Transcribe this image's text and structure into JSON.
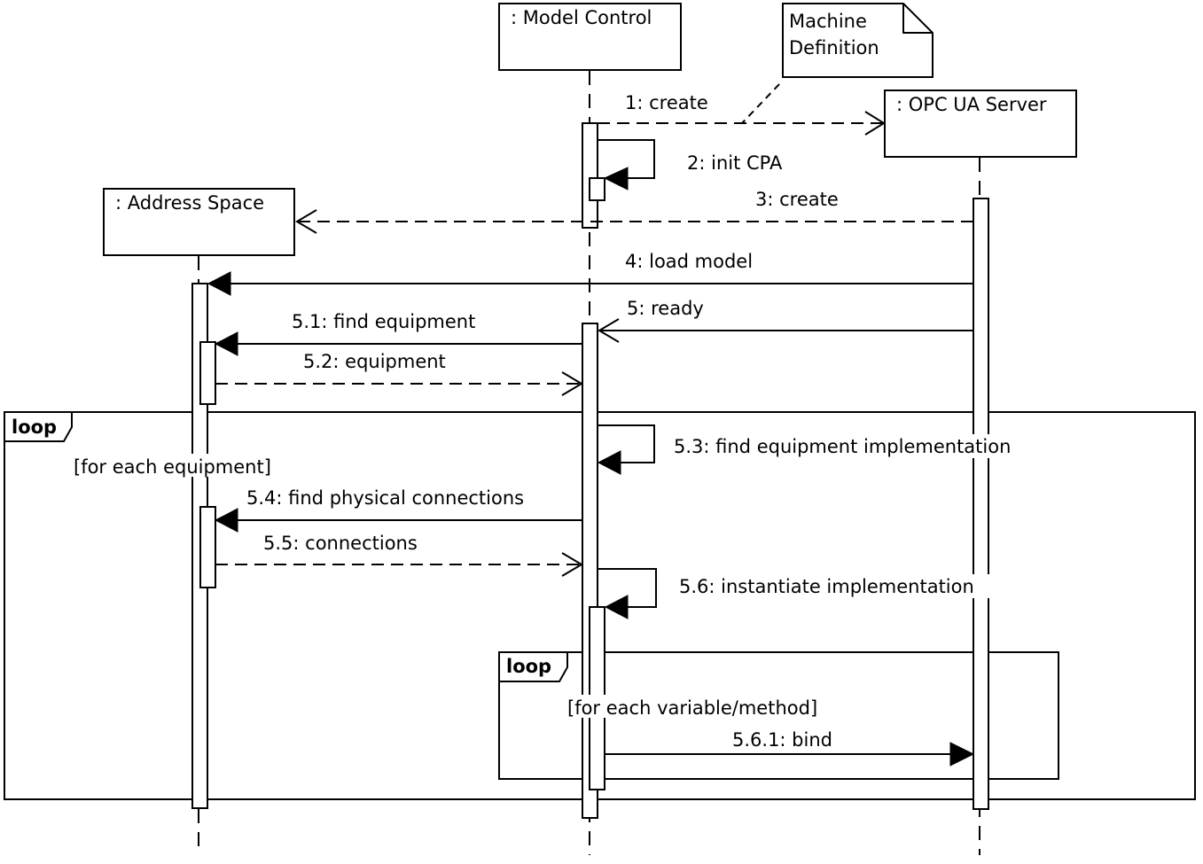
{
  "diagram": {
    "type": "UML sequence diagram",
    "lifelines": [
      {
        "id": "model_control",
        "label": ": Model Control"
      },
      {
        "id": "opc_ua_server",
        "label": ": OPC UA Server"
      },
      {
        "id": "address_space",
        "label": ": Address Space"
      }
    ],
    "note": {
      "lines": [
        "Machine",
        "Definition"
      ],
      "attached_to": "1: create"
    },
    "messages": [
      {
        "id": "m1",
        "label": "1: create",
        "from": "model_control",
        "to": "opc_ua_server",
        "kind": "create (dashed, open arrow)"
      },
      {
        "id": "m2",
        "label": "2: init CPA",
        "from": "model_control",
        "to": "model_control",
        "kind": "self call (solid, filled arrow)"
      },
      {
        "id": "m3",
        "label": "3: create",
        "from": "opc_ua_server",
        "to": "address_space",
        "kind": "create (dashed, open arrow)"
      },
      {
        "id": "m4",
        "label": "4: load model",
        "from": "opc_ua_server",
        "to": "address_space",
        "kind": "sync call (solid, filled arrow)"
      },
      {
        "id": "m5",
        "label": "5: ready",
        "from": "opc_ua_server",
        "to": "model_control",
        "kind": "async (solid, open arrow)"
      },
      {
        "id": "m5_1",
        "label": "5.1: find equipment",
        "from": "model_control",
        "to": "address_space",
        "kind": "sync call"
      },
      {
        "id": "m5_2",
        "label": "5.2: equipment",
        "from": "address_space",
        "to": "model_control",
        "kind": "reply (dashed)"
      },
      {
        "id": "m5_3",
        "label": "5.3: find equipment implementation",
        "from": "model_control",
        "to": "model_control",
        "kind": "self call"
      },
      {
        "id": "m5_4",
        "label": "5.4: find physical connections",
        "from": "model_control",
        "to": "address_space",
        "kind": "sync call"
      },
      {
        "id": "m5_5",
        "label": "5.5: connections",
        "from": "address_space",
        "to": "model_control",
        "kind": "reply (dashed)"
      },
      {
        "id": "m5_6",
        "label": "5.6: instantiate implementation",
        "from": "model_control",
        "to": "model_control",
        "kind": "self call"
      },
      {
        "id": "m5_6_1",
        "label": "5.6.1: bind",
        "from": "model_control",
        "to": "opc_ua_server",
        "kind": "sync call"
      }
    ],
    "fragments": [
      {
        "id": "outer_loop",
        "operator": "loop",
        "guard": "[for each equipment]"
      },
      {
        "id": "inner_loop",
        "operator": "loop",
        "guard": "[for each variable/method]"
      }
    ]
  }
}
